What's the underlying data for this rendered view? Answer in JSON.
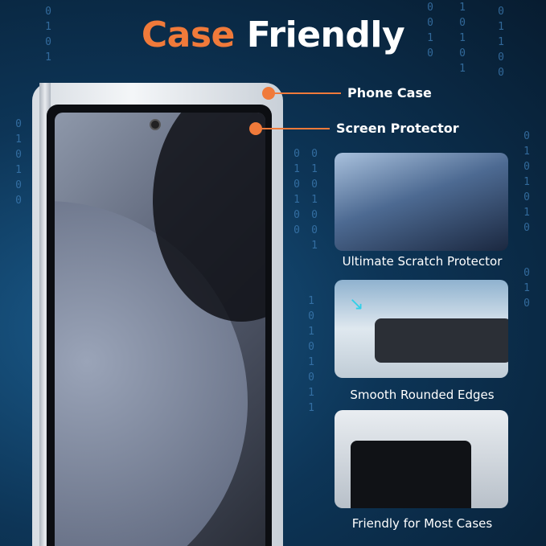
{
  "title": {
    "part1": "Case",
    "part2": "Friendly"
  },
  "callouts": [
    "Phone Case",
    "Screen Protector"
  ],
  "features": [
    {
      "caption": "Ultimate Scratch Protector"
    },
    {
      "caption": "Smooth Rounded Edges"
    },
    {
      "caption": "Friendly for Most Cases"
    }
  ],
  "colors": {
    "accent": "#f07a3a",
    "background": "#0d3557"
  }
}
